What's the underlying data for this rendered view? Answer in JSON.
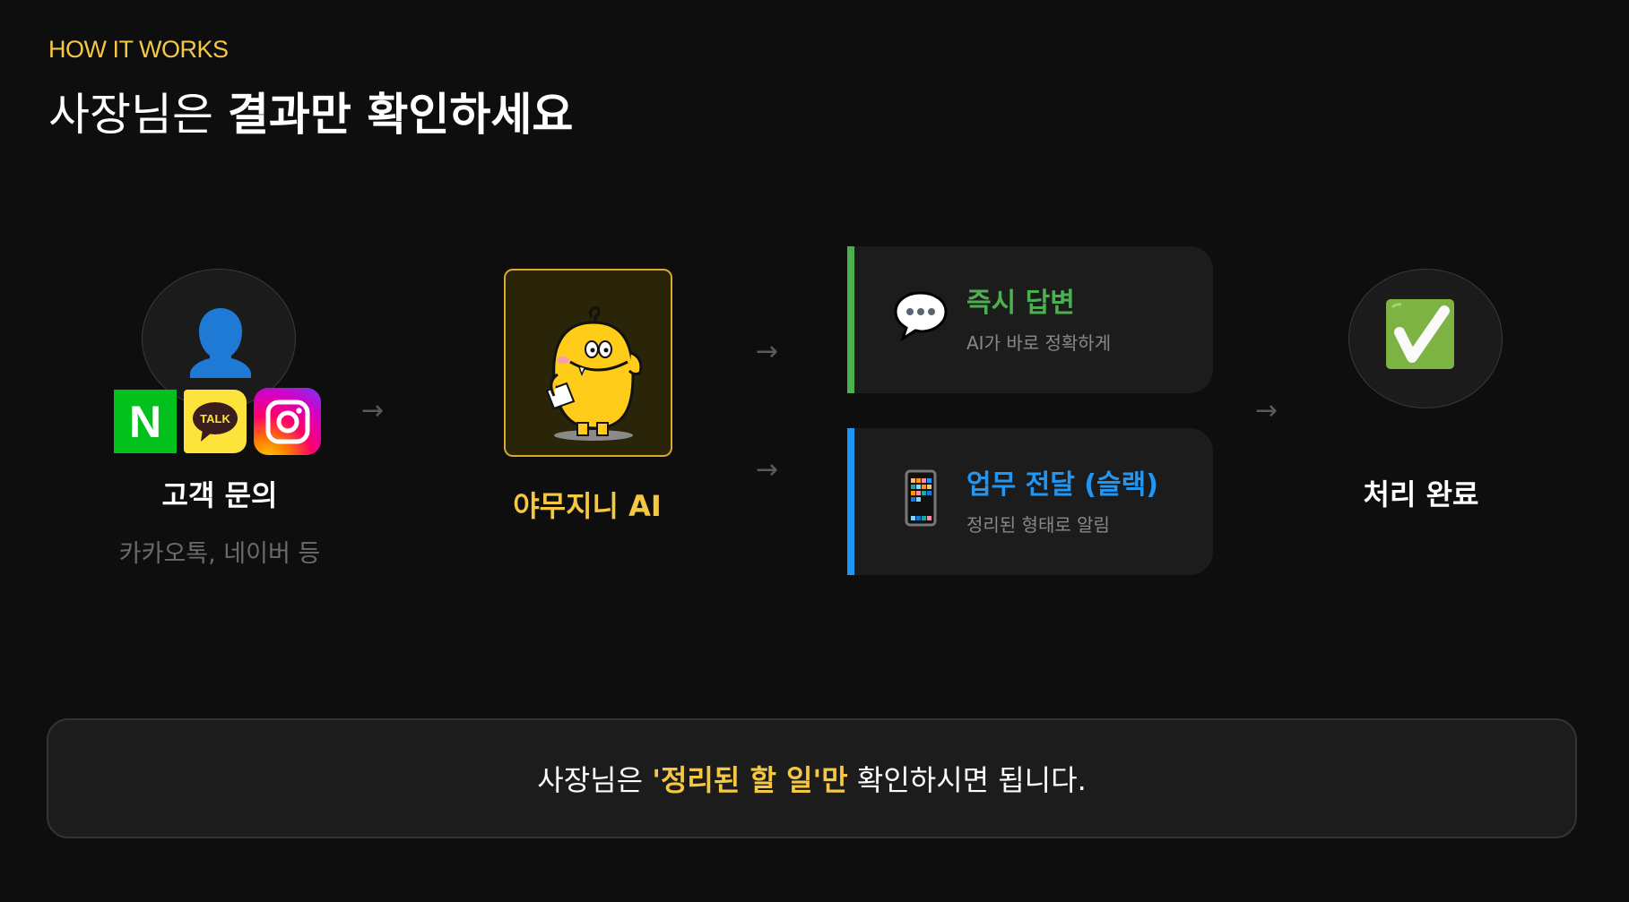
{
  "header": {
    "eyebrow": "HOW IT WORKS",
    "title_regular": "사장님은 ",
    "title_bold": "결과만 확인하세요"
  },
  "colors": {
    "background": "#0e0e0e",
    "accent_yellow": "#f5c842",
    "green": "#4caf50",
    "blue": "#2196f3",
    "card_bg": "#1c1c1c"
  },
  "flow": {
    "customer": {
      "icon": "user-silhouette-icon",
      "channels": [
        {
          "name": "naver",
          "label": "N"
        },
        {
          "name": "kakaotalk",
          "label": "TALK"
        },
        {
          "name": "instagram",
          "label": ""
        }
      ],
      "label": "고객 문의",
      "sub": "카카오톡, 네이버 등"
    },
    "arrow": "→",
    "ai": {
      "icon": "yellow-mascot-icon",
      "label": "야무지니 AI"
    },
    "outputs": [
      {
        "icon": "speech-bubble-icon",
        "title": "즉시 답변",
        "sub": "AI가 바로 정확하게",
        "color": "#4caf50"
      },
      {
        "icon": "mobile-phone-icon",
        "title": "업무 전달 (슬랙)",
        "sub": "정리된 형태로 알림",
        "color": "#2196f3"
      }
    ],
    "done": {
      "icon": "check-mark-button-icon",
      "label": "처리 완료"
    }
  },
  "banner": {
    "before": "사장님은 ",
    "highlight": "'정리된 할 일'만",
    "after": " 확인하시면 됩니다."
  }
}
